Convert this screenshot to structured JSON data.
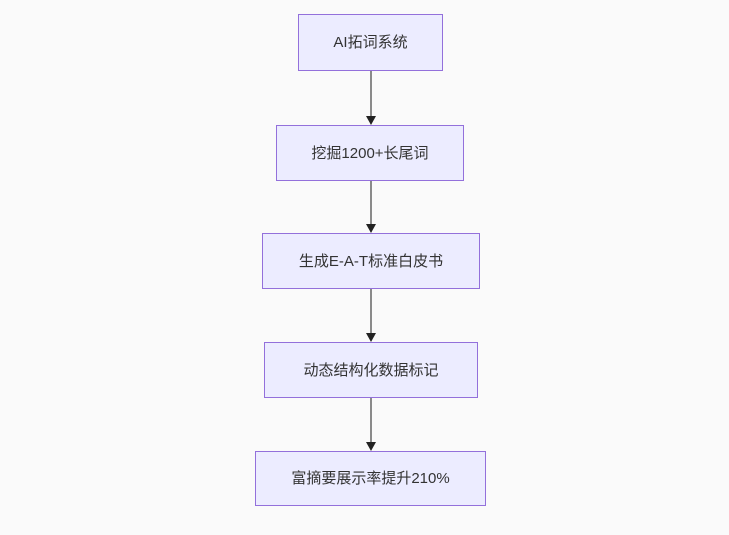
{
  "flowchart": {
    "direction": "top-down",
    "style": {
      "node_fill": "#ECECFF",
      "node_border": "#9370DB",
      "text_color": "#333333",
      "arrow_line": "#8a8a8a",
      "arrow_head": "#222222",
      "background": "#fafafa"
    },
    "nodes": [
      {
        "id": "step-1",
        "label": "AI拓词系统"
      },
      {
        "id": "step-2",
        "label": "挖掘1200+长尾词"
      },
      {
        "id": "step-3",
        "label": "生成E-A-T标准白皮书"
      },
      {
        "id": "step-4",
        "label": "动态结构化数据标记"
      },
      {
        "id": "step-5",
        "label": "富摘要展示率提升210%"
      }
    ],
    "edges": [
      {
        "from": "step-1",
        "to": "step-2"
      },
      {
        "from": "step-2",
        "to": "step-3"
      },
      {
        "from": "step-3",
        "to": "step-4"
      },
      {
        "from": "step-4",
        "to": "step-5"
      }
    ]
  }
}
